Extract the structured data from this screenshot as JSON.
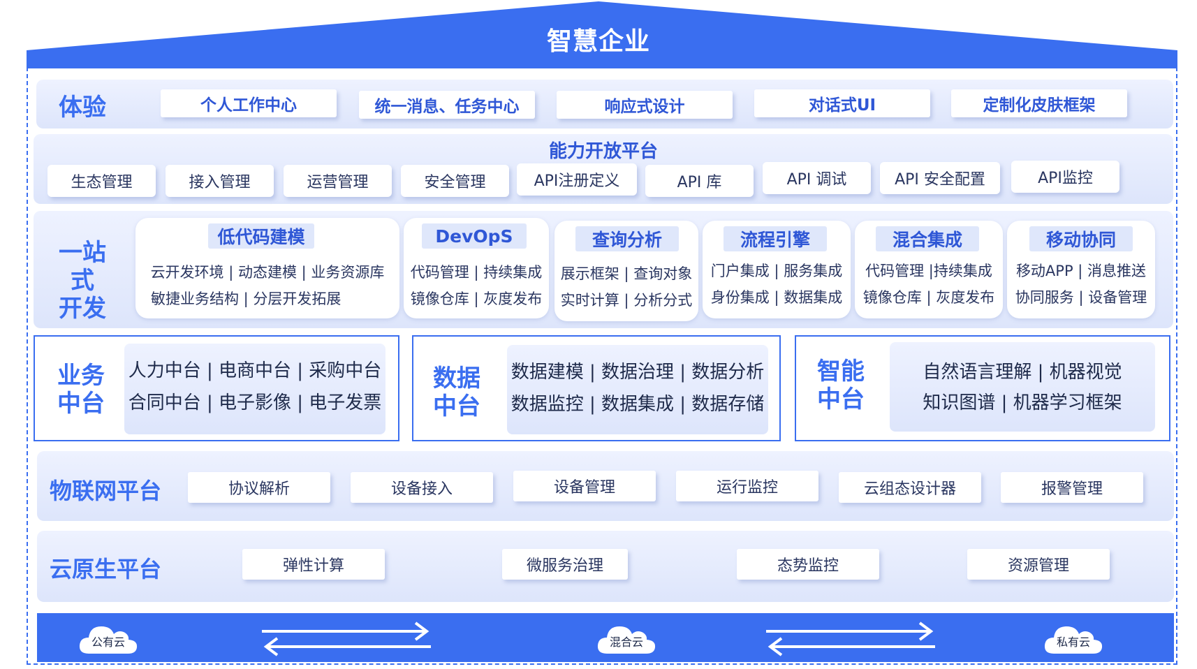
{
  "roof": {
    "title": "智慧企业"
  },
  "experience": {
    "label": "体验",
    "items": [
      "个人工作中心",
      "统一消息、任务中心",
      "响应式设计",
      "对话式UI",
      "定制化皮肤框架"
    ]
  },
  "capability": {
    "title": "能力开放平台",
    "items": [
      "生态管理",
      "接入管理",
      "运营管理",
      "安全管理",
      "API注册定义",
      "API 库",
      "API 调试",
      "API 安全配置",
      "API监控"
    ]
  },
  "onestop": {
    "label_line1": "一站式",
    "label_line2": "开发",
    "cards": [
      {
        "title": "低代码建模",
        "line1": "云开发环境 | 动态建模 | 业务资源库",
        "line2": "敏捷业务结构 | 分层开发拓展"
      },
      {
        "title": "DevOpS",
        "line1": "代码管理 | 持续集成",
        "line2": "镜像仓库 | 灰度发布"
      },
      {
        "title": "查询分析",
        "line1": "展示框架 | 查询对象",
        "line2": "实时计算 | 分析分式"
      },
      {
        "title": "流程引擎",
        "line1": "门户集成 | 服务集成",
        "line2": "身份集成 | 数据集成"
      },
      {
        "title": "混合集成",
        "line1": "代码管理 |持续集成",
        "line2": "镜像仓库 | 灰度发布"
      },
      {
        "title": "移动协同",
        "line1": "移动APP | 消息推送",
        "line2": "协同服务 | 设备管理"
      }
    ]
  },
  "middle": [
    {
      "label_line1": "业务",
      "label_line2": "中台",
      "line1": "人力中台 | 电商中台 | 采购中台",
      "line2": "合同中台 | 电子影像 | 电子发票"
    },
    {
      "label_line1": "数据",
      "label_line2": "中台",
      "line1": "数据建模 | 数据治理 | 数据分析",
      "line2": "数据监控 | 数据集成 | 数据存储"
    },
    {
      "label_line1": "智能",
      "label_line2": "中台",
      "line1": "自然语言理解 | 机器视觉",
      "line2": "知识图谱 | 机器学习框架"
    }
  ],
  "iot": {
    "label": "物联网平台",
    "items": [
      "协议解析",
      "设备接入",
      "设备管理",
      "运行监控",
      "云组态设计器",
      "报警管理"
    ]
  },
  "cloudnative": {
    "label": "云原生平台",
    "items": [
      "弹性计算",
      "微服务治理",
      "态势监控",
      "资源管理"
    ]
  },
  "clouds": [
    "公有云",
    "混合云",
    "私有云"
  ],
  "colors": {
    "primary": "#3a6ef0",
    "accent_text": "#2f57d6",
    "band": "#dde5fb"
  }
}
